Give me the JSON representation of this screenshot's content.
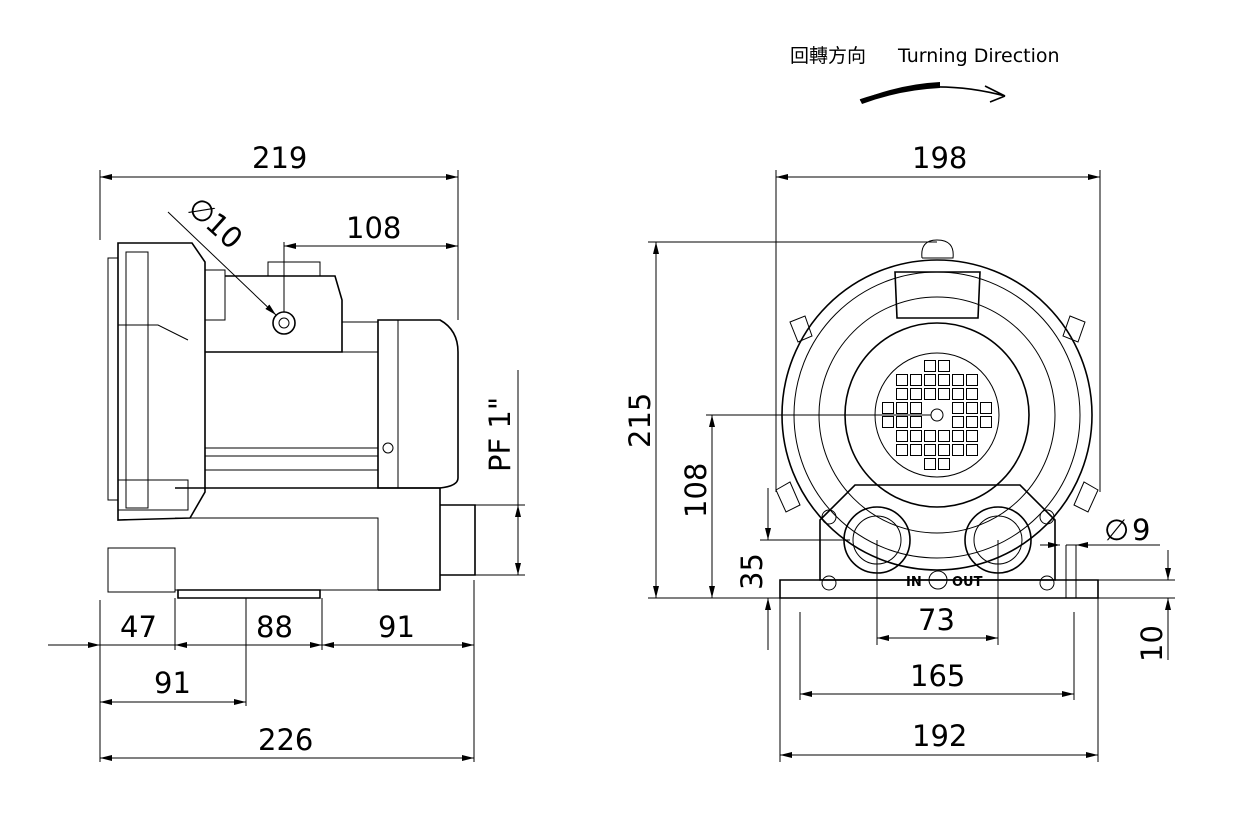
{
  "header": {
    "turning_zh": "回轉方向",
    "turning_en": "Turning Direction"
  },
  "side_view": {
    "width_top": "219",
    "port_offset": "108",
    "hole_dia": "10",
    "hole_dia_symbol": "∅",
    "thread": "PF 1\"",
    "base_a": "47",
    "base_b": "88",
    "base_c": "91",
    "base_d": "91",
    "total_width": "226"
  },
  "front_view": {
    "width_top": "198",
    "height": "215",
    "center_height": "108",
    "port_height": "35",
    "mount_hole": "9",
    "mount_hole_symbol": "∅",
    "foot_thickness": "10",
    "port_spacing": "73",
    "mount_spacing": "165",
    "base_width": "192",
    "label_in": "IN",
    "label_out": "OUT"
  },
  "colors": {
    "line": "#000000",
    "background": "#ffffff"
  }
}
